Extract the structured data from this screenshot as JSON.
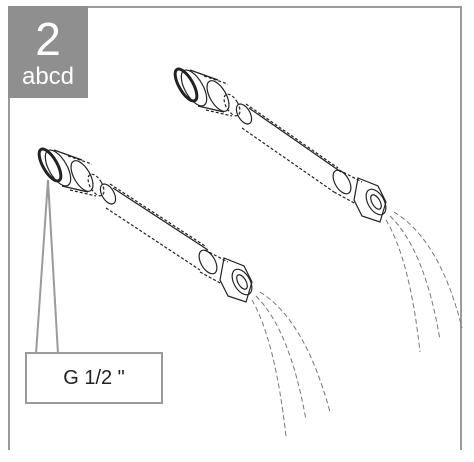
{
  "step": {
    "number": "2",
    "letters": "abcd"
  },
  "thread_label": "G 1/2 \"",
  "colors": {
    "frame": "#9a9a9a",
    "badge_bg": "#8f8f8f",
    "badge_text": "#ffffff",
    "line_art": "#222222"
  },
  "icons": [
    "flexible-hose-icon",
    "flexible-hose-icon"
  ]
}
